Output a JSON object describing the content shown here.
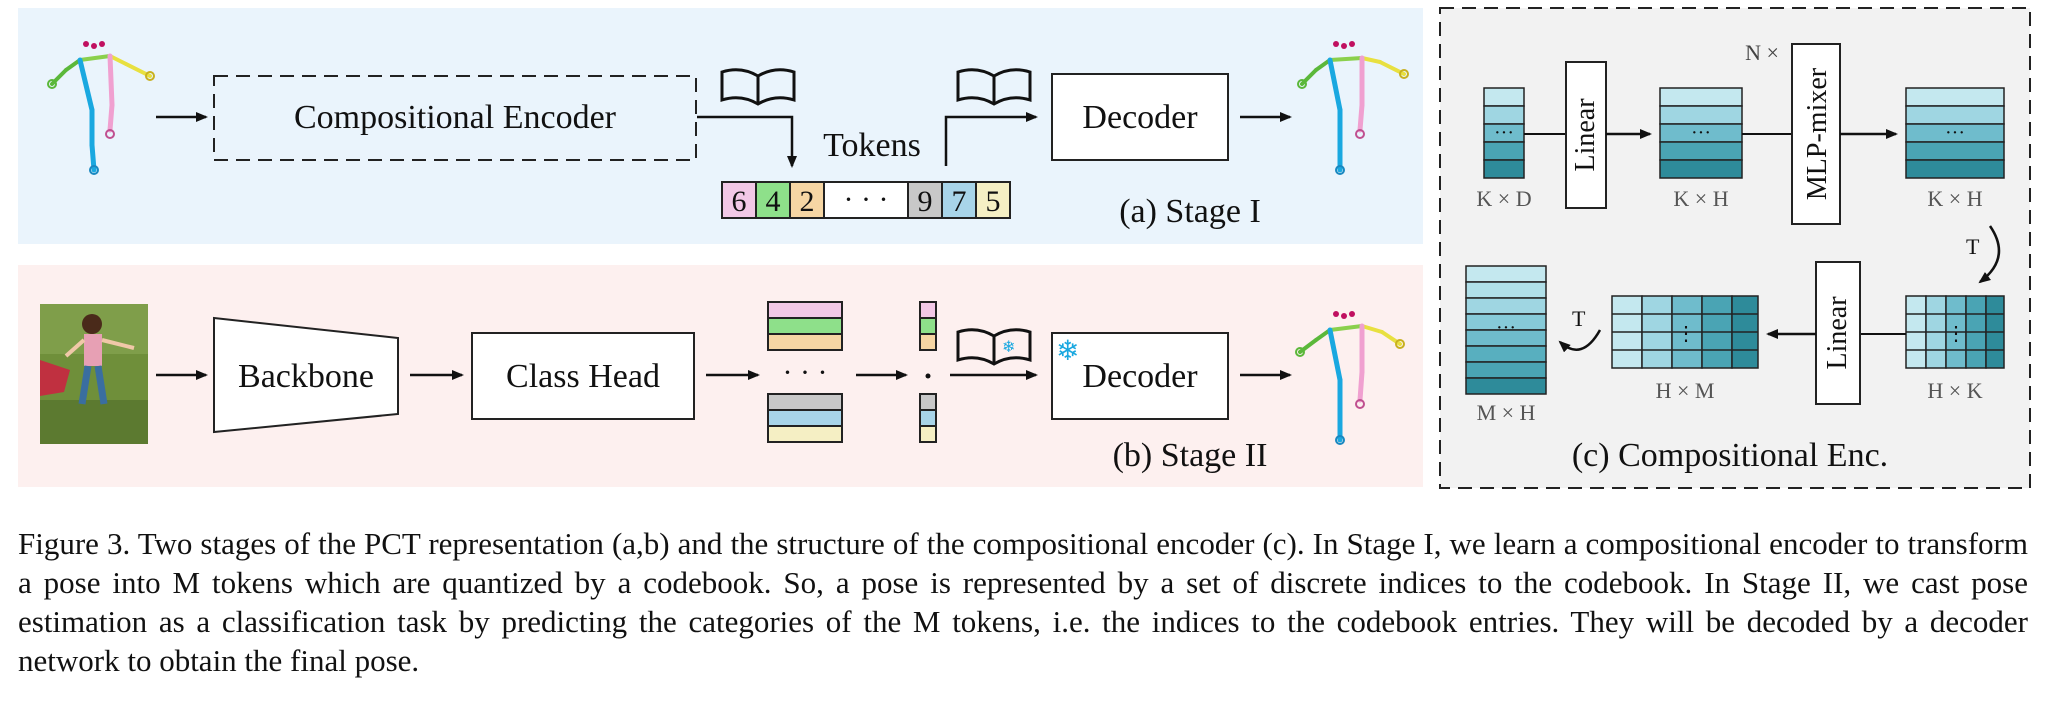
{
  "stage1": {
    "encoder_label": "Compositional Encoder",
    "tokens_label": "Tokens",
    "tokens": [
      "6",
      "4",
      "2",
      "· · ·",
      "9",
      "7",
      "5"
    ],
    "decoder_label": "Decoder",
    "stage_label": "(a) Stage I"
  },
  "stage2": {
    "backbone_label": "Backbone",
    "class_head_label": "Class Head",
    "ellipsis": "· · ·",
    "decoder_label": "Decoder",
    "stage_label": "(b) Stage II"
  },
  "stage3": {
    "n_label": "N ×",
    "linear1_label": "Linear",
    "mlp_label": "MLP-mixer",
    "linear2_label": "Linear",
    "kd_label": "K × D",
    "kh1_label": "K × H",
    "kh2_label": "K × H",
    "hk_label": "H × K",
    "hm_label": "H × M",
    "mh_label": "M × H",
    "t1_label": "T",
    "t2_label": "T",
    "ellipsis": "···",
    "stage_label": "(c) Compositional Enc."
  },
  "caption": {
    "lead": "Figure 3.",
    "text": "Two stages of the PCT representation (a,b) and the structure of the compositional encoder (c). In Stage I, we learn a compositional encoder to transform a pose into M tokens which are quantized by a codebook. So, a pose is represented by a set of discrete indices to the codebook. In Stage II, we cast pose estimation as a classification task by predicting the categories of the M tokens, i.e. the indices to the codebook entries. They will be decoded by a decoder network to obtain the final pose."
  },
  "colors": {
    "stage1_bg": "#eaf4fc",
    "stage2_bg": "#fdf0ef",
    "stage3_bg": "#f2f2f2",
    "token_pink": "#f2c8e6",
    "token_green": "#8ee08a",
    "token_orange": "#f6d6a4",
    "token_gray": "#c8c8c8",
    "token_blue": "#a8d4e8",
    "token_cream": "#f5efc4",
    "teal_dark": "#2e8b9a",
    "teal_light": "#b8e4ec"
  }
}
